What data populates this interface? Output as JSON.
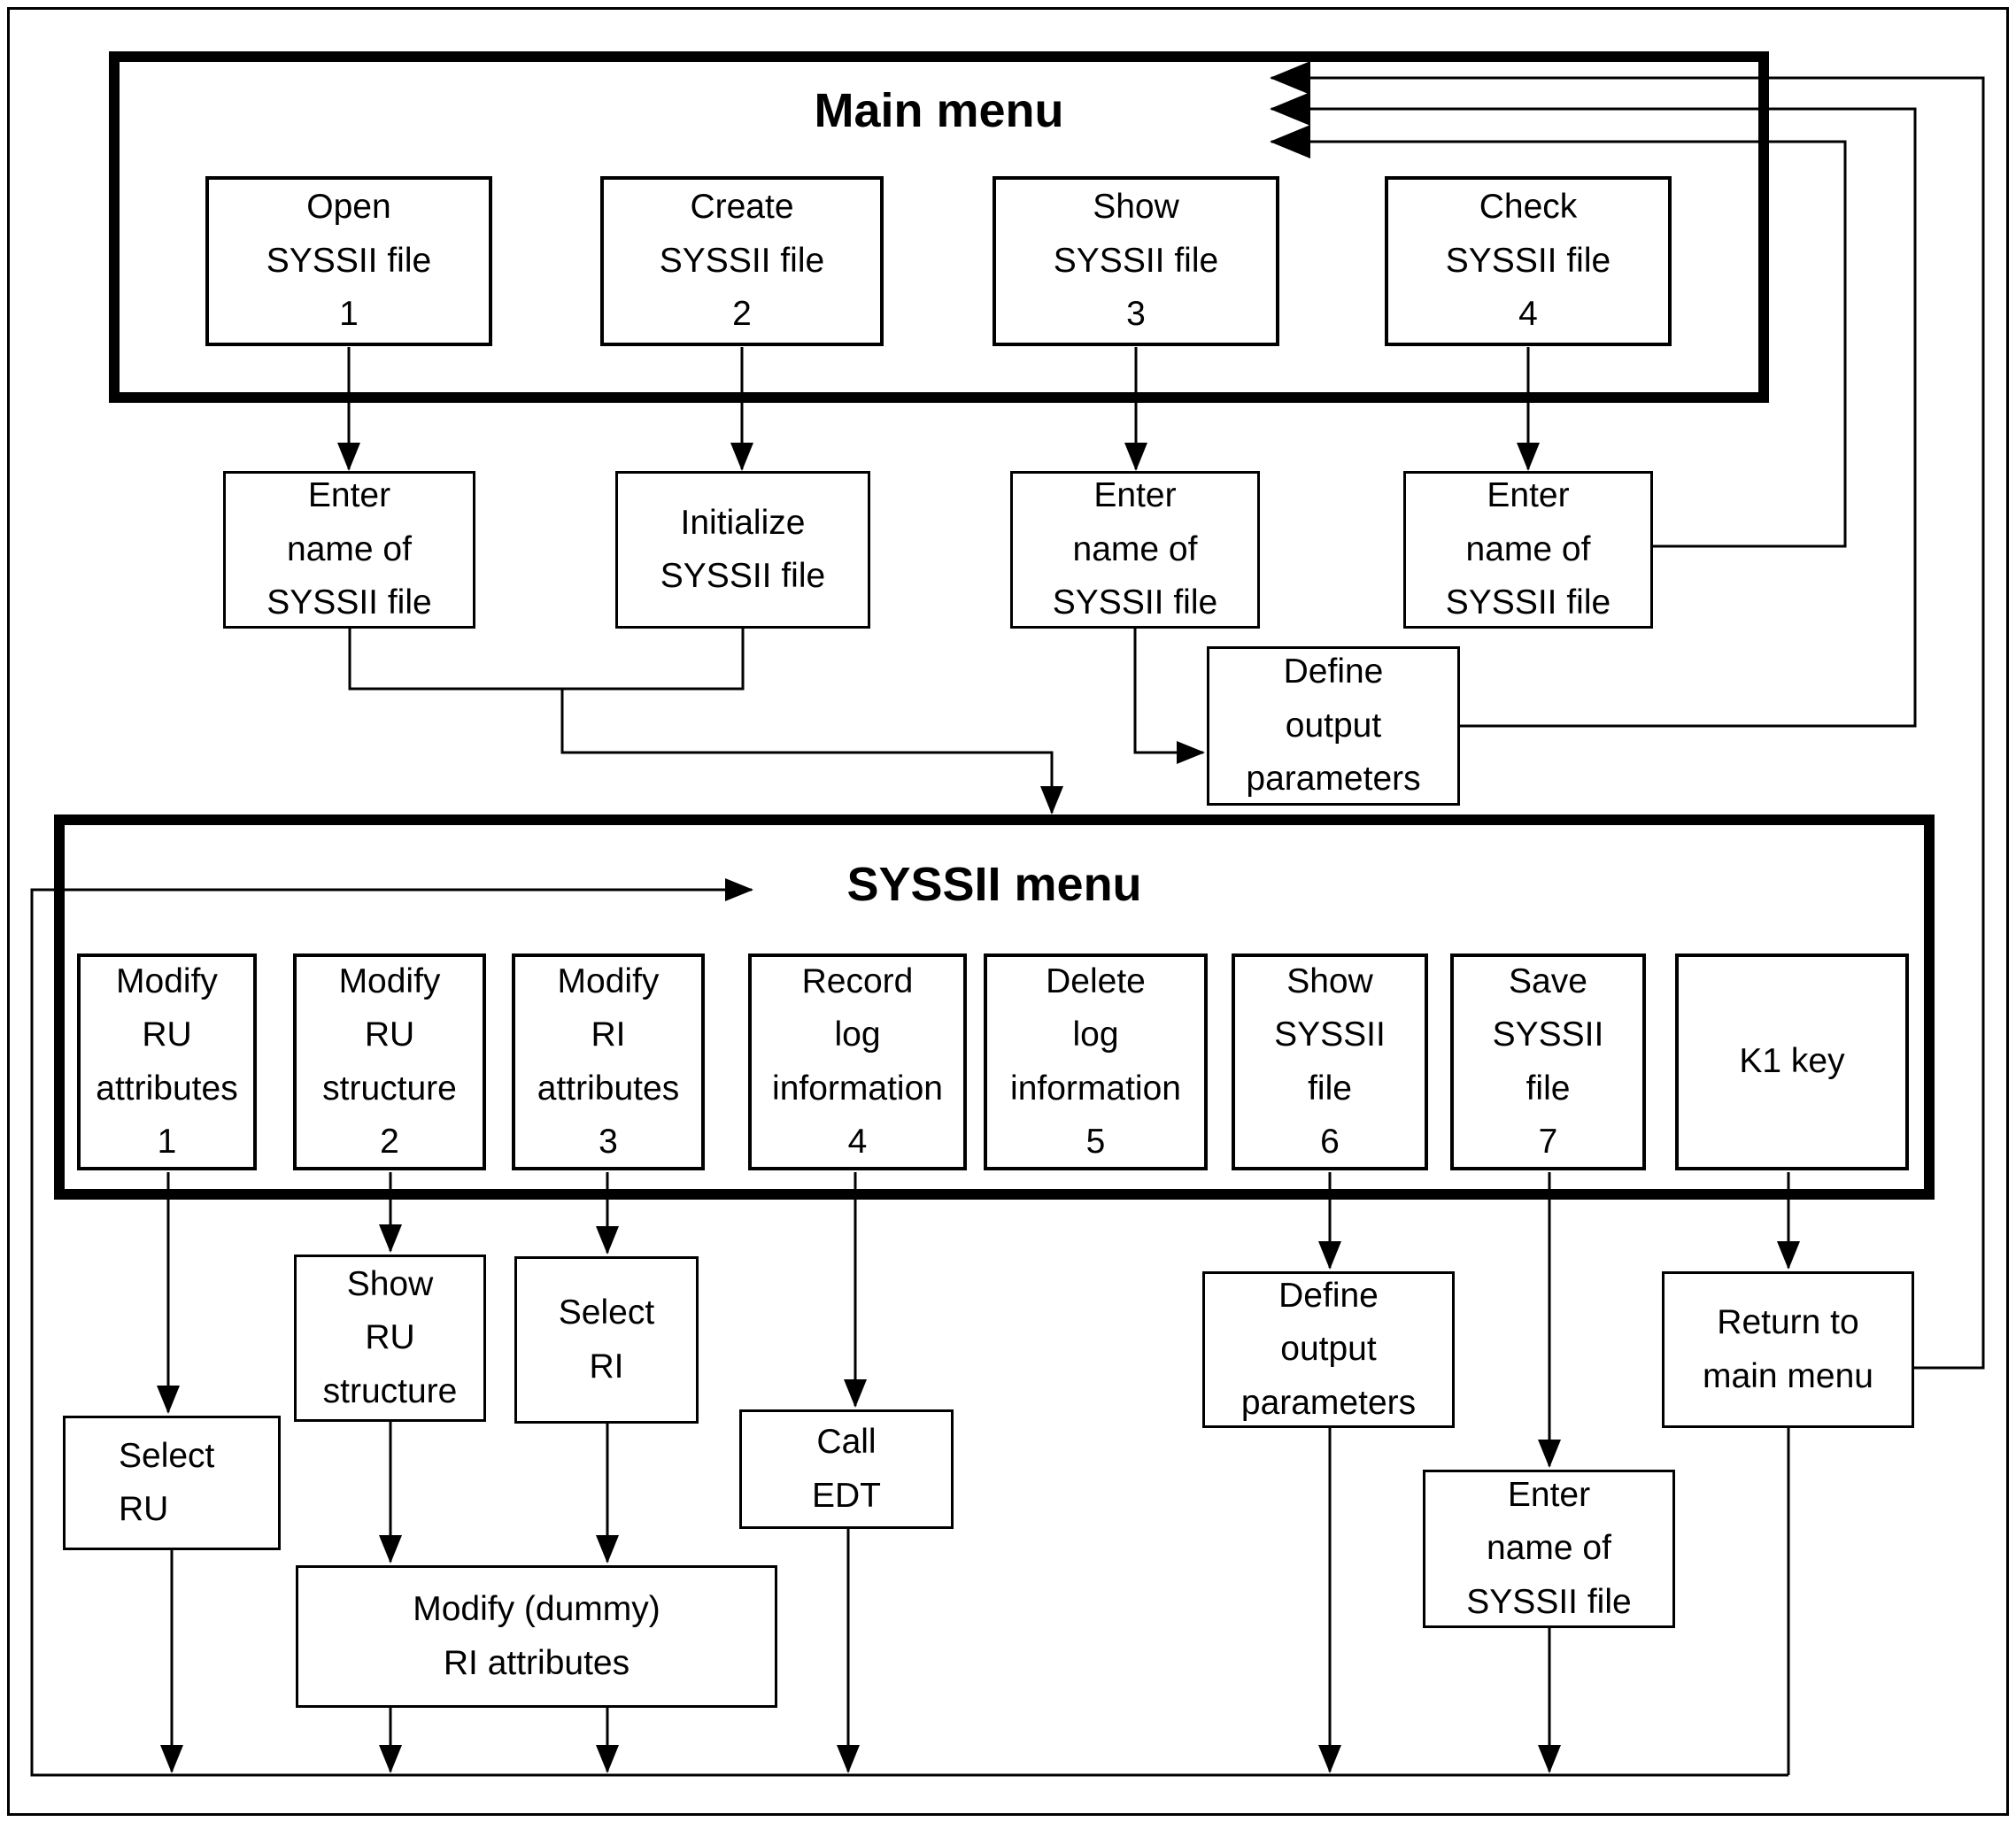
{
  "colors": {
    "line": "#000000",
    "background": "#ffffff"
  },
  "main_menu": {
    "title": "Main menu",
    "items": [
      {
        "label": "Open\nSYSSII file\n1"
      },
      {
        "label": "Create\nSYSSII file\n2"
      },
      {
        "label": "Show\nSYSSII file\n3"
      },
      {
        "label": "Check\nSYSSII file\n4"
      }
    ]
  },
  "flow_top": {
    "enter_name_1": "Enter\nname of\nSYSSII file",
    "initialize_2": "Initialize\nSYSSII file",
    "enter_name_3": "Enter\nname of\nSYSSII file",
    "enter_name_4": "Enter\nname of\nSYSSII file",
    "define_output": "Define\noutput\nparameters"
  },
  "syssii_menu": {
    "title": "SYSSII menu",
    "items": [
      {
        "label": "Modify\nRU\nattributes\n1"
      },
      {
        "label": "Modify\nRU\nstructure\n2"
      },
      {
        "label": "Modify\nRI\nattributes\n3"
      },
      {
        "label": "Record\nlog\ninformation\n4"
      },
      {
        "label": "Delete\nlog\ninformation\n5"
      },
      {
        "label": "Show\nSYSSII\nfile\n6"
      },
      {
        "label": "Save\nSYSSII\nfile\n7"
      },
      {
        "label": "K1 key"
      }
    ]
  },
  "flow_bottom": {
    "select_ru": "Select\nRU",
    "show_ru_structure": "Show\nRU\nstructure",
    "select_ri": "Select\nRI",
    "call_edt": "Call\nEDT",
    "modify_dummy_ri": "Modify (dummy)\nRI attributes",
    "define_output": "Define\noutput\nparameters",
    "enter_name": "Enter\nname of\nSYSSII file",
    "return_main": "Return to\nmain menu"
  }
}
